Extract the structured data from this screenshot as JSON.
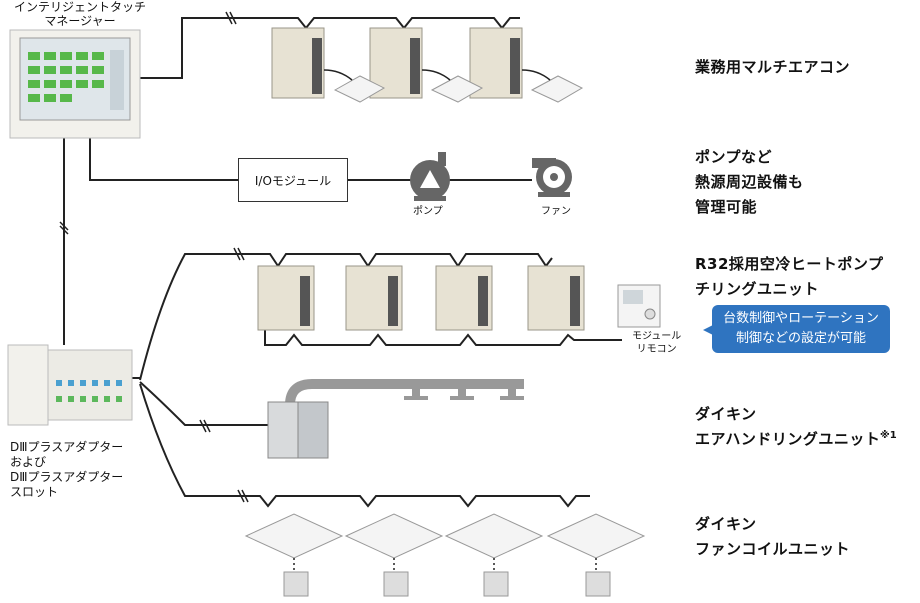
{
  "devices": {
    "touch_manager": "インテリジェントタッチ\nマネージャー",
    "io_module": "I/Oモジュール",
    "pump": "ポンプ",
    "fan": "ファン",
    "module_remote": "モジュール\nリモコン",
    "adapter": "DⅢプラスアダプター\nおよび\nDⅢプラスアダプター\nスロット"
  },
  "categories": {
    "multi_aircon": "業務用マルチエアコン",
    "pump_equipment": "ポンプなど\n熱源周辺設備も\n管理可能",
    "chiller": "R32採用空冷ヒートポンプ\nチリングユニット",
    "ahu": "ダイキン\nエアハンドリングユニット",
    "ahu_note": "※1",
    "fcu": "ダイキン\nファンコイルユニット"
  },
  "callout": "台数制御やローテーション\n制御などの設定が可能",
  "colors": {
    "callout_bg": "#2f74c0",
    "unit_beige": "#e7e2d3",
    "line": "#222222"
  }
}
